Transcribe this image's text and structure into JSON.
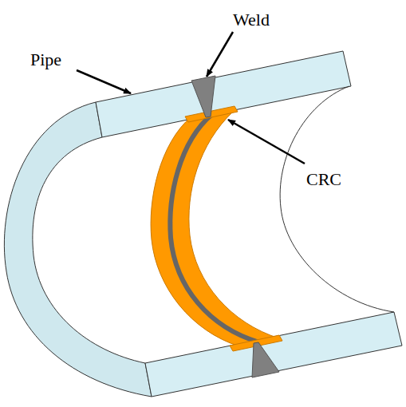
{
  "diagram": {
    "labels": [
      "Weld",
      "Pipe",
      "CRC"
    ]
  }
}
